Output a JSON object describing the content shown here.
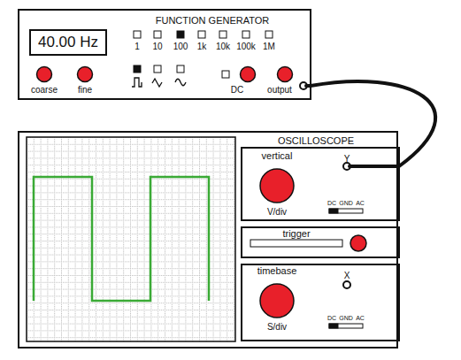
{
  "diagram": {
    "nodes": [
      {
        "text": [
          "FUNCTION GENERATOR"
        ]
      },
      {
        "text": [
          "40.00 Hz"
        ],
        "in": 0
      },
      {
        "text": [
          "OSCILLOSCOPE"
        ]
      },
      {
        "text": [
          "vertical",
          "V/div"
        ],
        "in": 2
      },
      {
        "text": [
          "trigger"
        ],
        "in": 2
      },
      {
        "text": [
          "timebase",
          "S/div"
        ],
        "in": 2
      }
    ],
    "edges": [
      {
        "from": 0,
        "to": 3,
        "arrow": "none"
      }
    ],
    "labels": [
      "1",
      "10",
      "100",
      "1k",
      "10k",
      "100k",
      "1M",
      "coarse",
      "fine",
      "DC",
      "output",
      "Y",
      "DC",
      "GND",
      "AC",
      "X",
      "DC",
      "GND",
      "AC"
    ]
  }
}
